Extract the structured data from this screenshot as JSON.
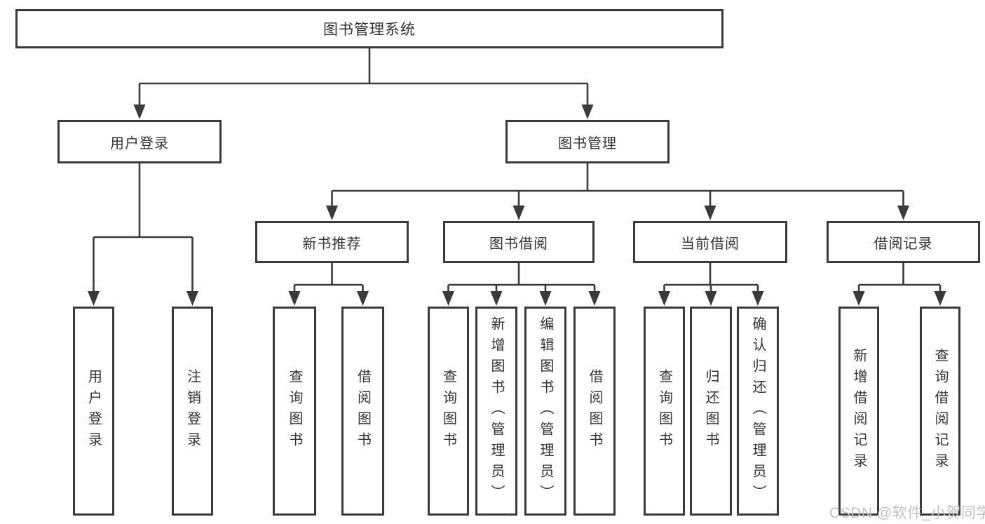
{
  "tree": {
    "label": "图书管理系统",
    "children": [
      {
        "label": "用户登录",
        "children": [
          {
            "label": "用户登录"
          },
          {
            "label": "注销登录"
          }
        ]
      },
      {
        "label": "图书管理",
        "children": [
          {
            "label": "新书推荐",
            "children": [
              {
                "label": "查询图书"
              },
              {
                "label": "借阅图书"
              }
            ]
          },
          {
            "label": "图书借阅",
            "children": [
              {
                "label": "查询图书"
              },
              {
                "label": "新增图书（管理员）"
              },
              {
                "label": "编辑图书（管理员）"
              },
              {
                "label": "借阅图书"
              }
            ]
          },
          {
            "label": "当前借阅",
            "children": [
              {
                "label": "查询图书"
              },
              {
                "label": "归还图书"
              },
              {
                "label": "确认归还（管理员）"
              }
            ]
          },
          {
            "label": "借阅记录",
            "children": [
              {
                "label": "新增借阅记录"
              },
              {
                "label": "查询借阅记录"
              }
            ]
          }
        ]
      }
    ]
  },
  "watermark": {
    "text": "CSDN @软件_小贺同学"
  },
  "colors": {
    "line": "#3a3a3a",
    "text": "#333333",
    "background": "#ffffff",
    "box_background": "#ffffff",
    "watermark": "#c2c2c2"
  }
}
